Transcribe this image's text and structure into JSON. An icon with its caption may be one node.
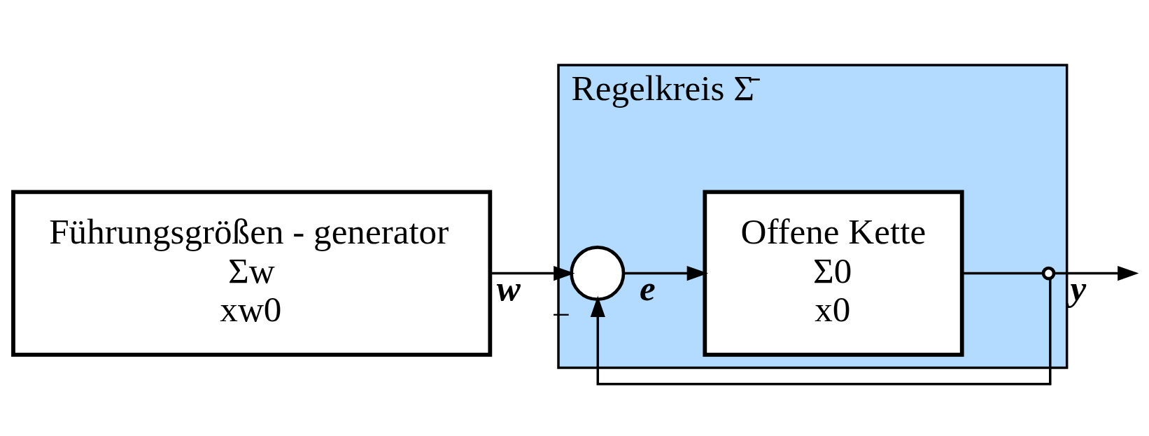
{
  "diagram": {
    "nodes": [
      {
        "text": [
          "Führungsgrößen - generator",
          "Σw",
          "xw0"
        ]
      },
      {
        "text": [
          "Regelkreis Σ̄"
        ]
      },
      {
        "text": [],
        "shape": "circle",
        "in": 1,
        "beside": [
          "−"
        ]
      },
      {
        "text": [
          "Offene Kette",
          "Σ0",
          "x0"
        ],
        "in": 1
      },
      {
        "text": [],
        "shape": "dot",
        "in": 1
      }
    ],
    "edges": [
      {
        "from": 0,
        "to": 2,
        "arrow": "to",
        "label": "w"
      },
      {
        "from": 2,
        "to": 3,
        "arrow": "to",
        "label": "e"
      },
      {
        "from": 3,
        "to": 4,
        "arrow": "none"
      },
      {
        "from": 4,
        "to": null,
        "arrow": "to",
        "label": "y"
      },
      {
        "from": 4,
        "to": 2,
        "arrow": "to"
      }
    ]
  }
}
